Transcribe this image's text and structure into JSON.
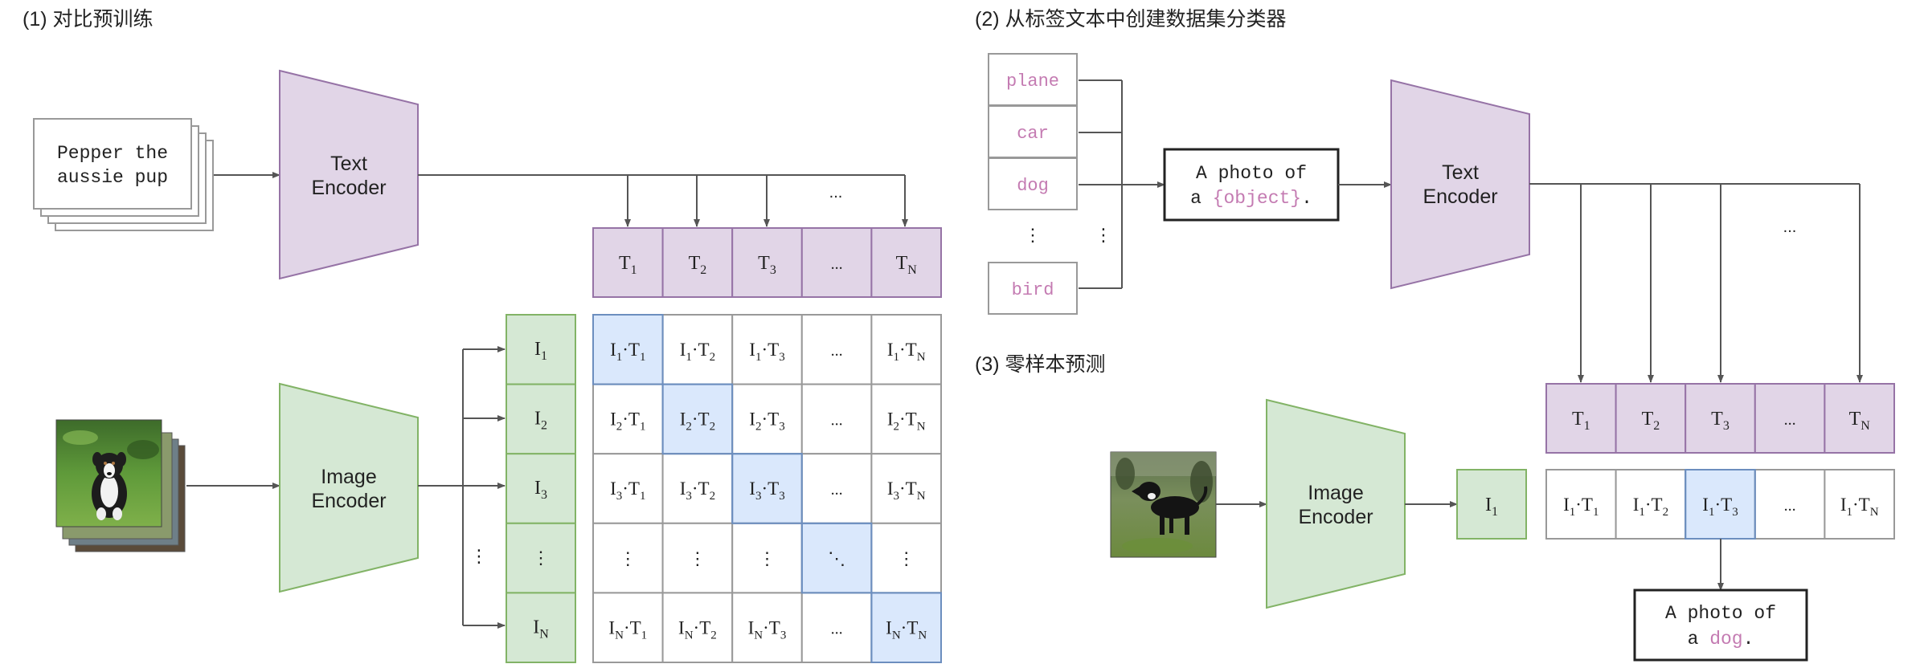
{
  "section1": {
    "title": "(1) 对比预训练"
  },
  "section2": {
    "title": "(2) 从标签文本中创建数据集分类器"
  },
  "section3": {
    "title": "(3) 零样本预测"
  },
  "pretrain": {
    "caption_line1": "Pepper the",
    "caption_line2": "aussie pup",
    "text_encoder_line1": "Text",
    "text_encoder_line2": "Encoder",
    "image_encoder_line1": "Image",
    "image_encoder_line2": "Encoder",
    "text_columns": [
      {
        "base": "T",
        "sub": "1"
      },
      {
        "base": "T",
        "sub": "2"
      },
      {
        "base": "T",
        "sub": "3"
      },
      {
        "base": "...",
        "sub": ""
      },
      {
        "base": "T",
        "sub": "N"
      }
    ],
    "image_rows": [
      {
        "base": "I",
        "sub": "1"
      },
      {
        "base": "I",
        "sub": "2"
      },
      {
        "base": "I",
        "sub": "3"
      },
      {
        "base": "⋮",
        "sub": ""
      },
      {
        "base": "I",
        "sub": "N"
      }
    ],
    "arrow_ellipsis": "...",
    "row_dots": "⋮",
    "diag_dots": "⋱",
    "ellipsis": "...",
    "dot_op": "·"
  },
  "classifier": {
    "labels": [
      "plane",
      "car",
      "dog",
      "⋮",
      "bird"
    ],
    "vdots": "⋮",
    "template_line1_prefix": "A photo of",
    "template_line2_prefix": "a",
    "template_placeholder": "{object}",
    "template_line2_suffix": ".",
    "text_encoder_line1": "Text",
    "text_encoder_line2": "Encoder",
    "arrow_ellipsis": "...",
    "text_columns": [
      {
        "base": "T",
        "sub": "1"
      },
      {
        "base": "T",
        "sub": "2"
      },
      {
        "base": "T",
        "sub": "3"
      },
      {
        "base": "...",
        "sub": ""
      },
      {
        "base": "T",
        "sub": "N"
      }
    ]
  },
  "zeroshot": {
    "image_encoder_line1": "Image",
    "image_encoder_line2": "Encoder",
    "image_feature": {
      "base": "I",
      "sub": "1"
    },
    "scores": [
      {
        "left": "I",
        "lsub": "1",
        "right": "T",
        "rsub": "1"
      },
      {
        "left": "I",
        "lsub": "1",
        "right": "T",
        "rsub": "2"
      },
      {
        "left": "I",
        "lsub": "1",
        "right": "T",
        "rsub": "3"
      },
      {
        "left": "...",
        "lsub": "",
        "right": "",
        "rsub": ""
      },
      {
        "left": "I",
        "lsub": "1",
        "right": "T",
        "rsub": "N"
      }
    ],
    "highlight_index": 2,
    "result_line1": "A photo of",
    "result_line2_prefix": "a",
    "result_label": "dog",
    "result_line2_suffix": "."
  },
  "colors": {
    "purple_fill": "#e1d5e7",
    "purple_stroke": "#9673a6",
    "green_fill": "#d5e8d4",
    "green_stroke": "#82b366",
    "blue_fill": "#dae8fc",
    "blue_stroke": "#6c8ebf",
    "grid_stroke": "#999999",
    "line": "#555555",
    "label_pink": "#c47bb2",
    "text": "#222222"
  }
}
